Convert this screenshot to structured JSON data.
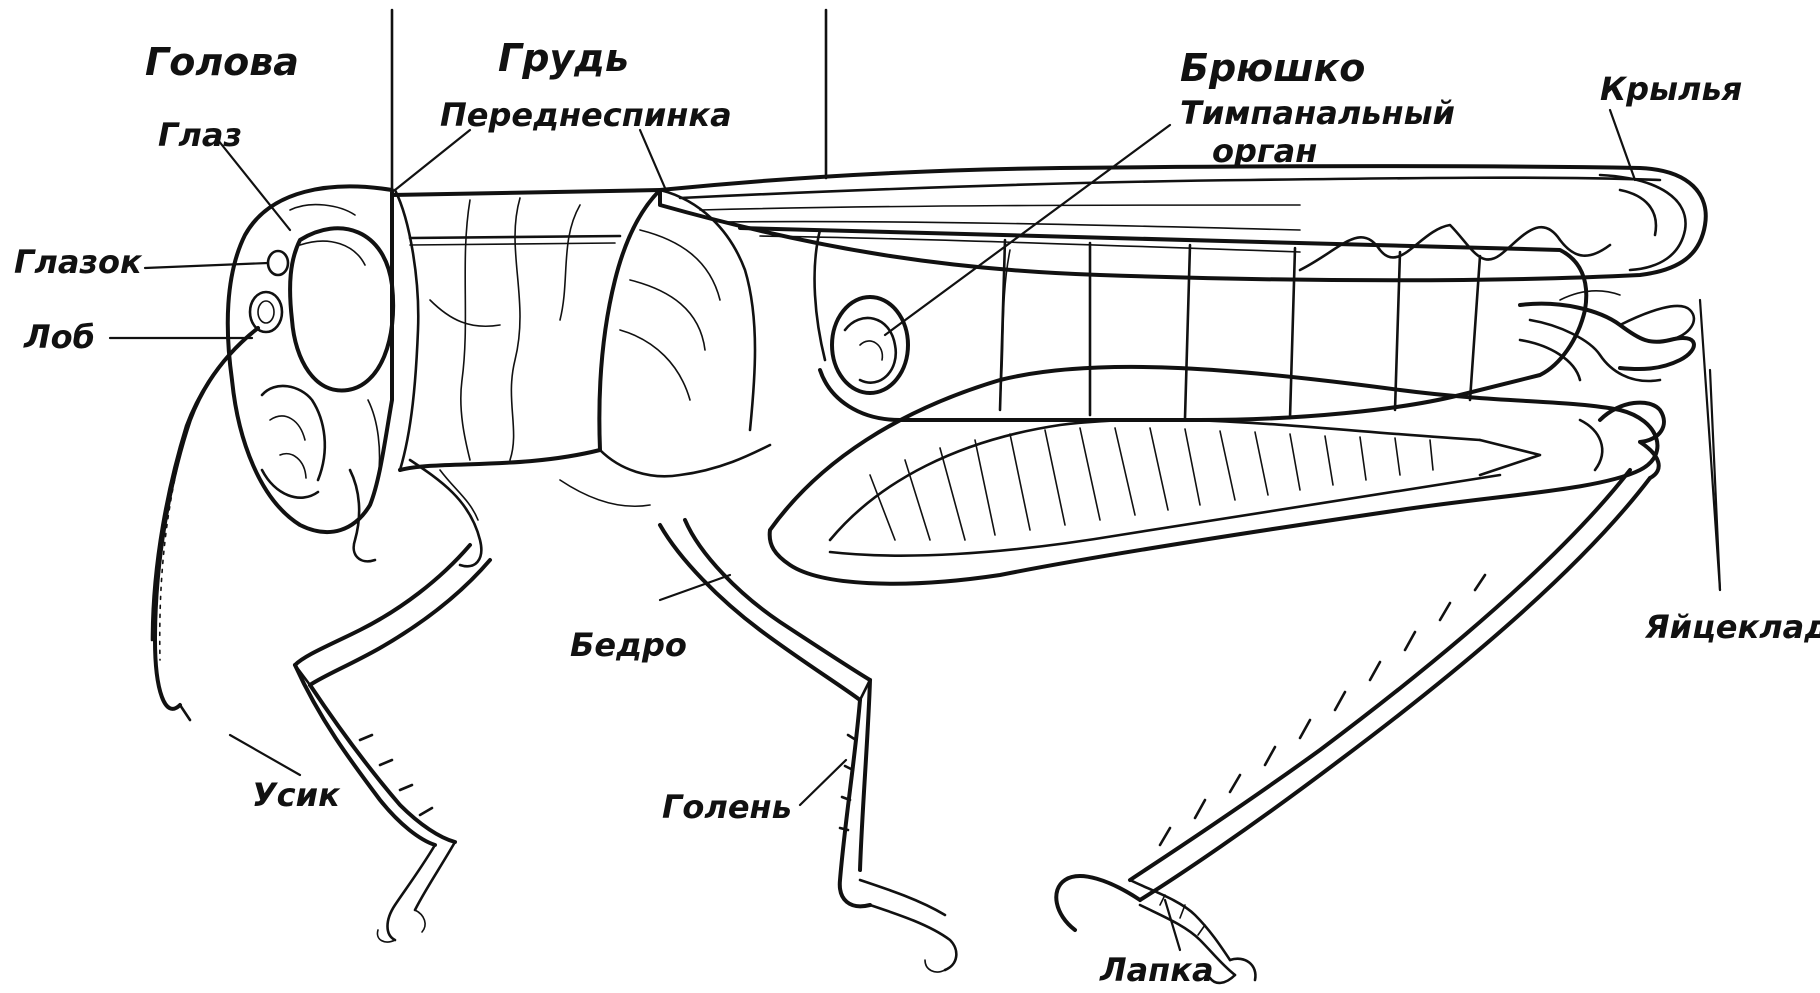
{
  "diagram": {
    "labels": {
      "head": "Голова",
      "thorax": "Грудь",
      "abdomen": "Брюшко",
      "eye": "Глаз",
      "pronotum": "Переднеспинка",
      "tympanal_organ_line1": "Тимпанальный",
      "tympanal_organ_line2": "орган",
      "wings": "Крылья",
      "ocellus": "Глазок",
      "forehead": "Лоб",
      "femur": "Бедро",
      "ovipositor": "Яйцеклад",
      "antenna": "Усик",
      "tibia": "Голень",
      "tarsus": "Лапка"
    },
    "colors": {
      "ink": "#111111",
      "background": "#ffffff"
    }
  }
}
